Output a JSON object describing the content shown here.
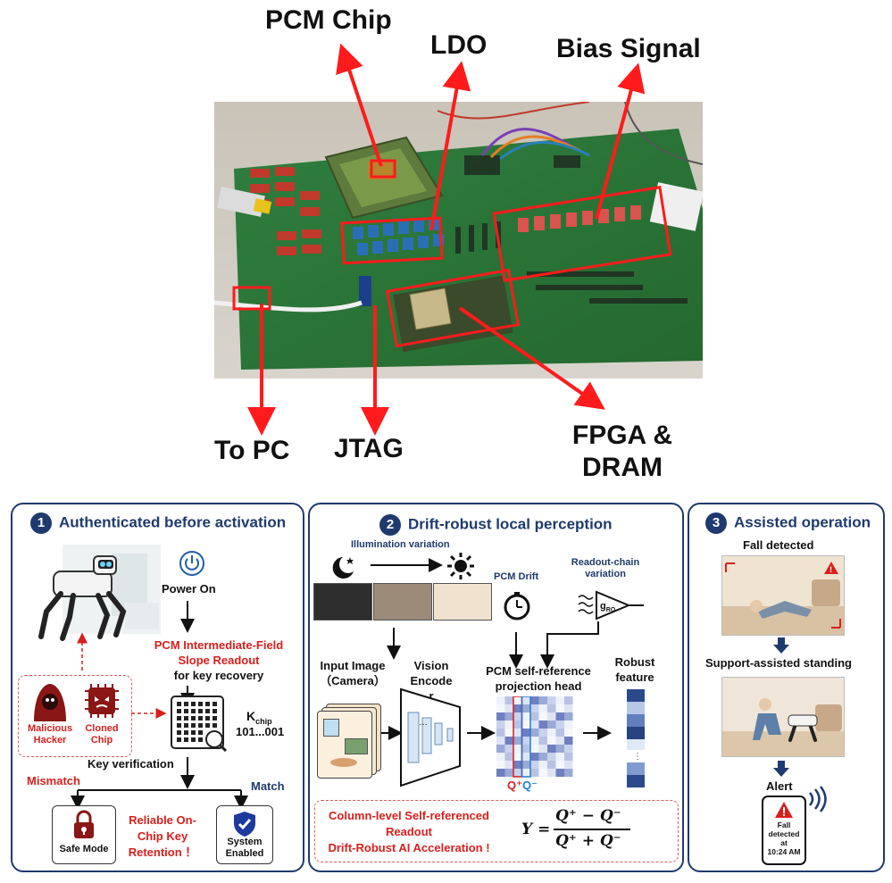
{
  "callouts": {
    "pcm_chip": "PCM Chip",
    "ldo": "LDO",
    "bias_signal": "Bias Signal",
    "to_pc": "To PC",
    "jtag": "JTAG",
    "fpga_line1": "FPGA &",
    "fpga_line2": "DRAM"
  },
  "panel1": {
    "number": "1",
    "title": "Authenticated before activation",
    "power_on": "Power On",
    "readout_line1": "PCM Intermediate-Field",
    "readout_line2": "Slope Readout",
    "readout_line3": "for key recovery",
    "hacker_line1": "Malicious",
    "hacker_line2": "Hacker",
    "cloned_line1": "Cloned",
    "cloned_line2": "Chip",
    "kchip_label": "K",
    "kchip_sub": "chip",
    "kchip_value": "101...001",
    "key_verification": "Key verification",
    "mismatch": "Mismatch",
    "match": "Match",
    "safe_mode": "Safe Mode",
    "retention_line1": "Reliable On-",
    "retention_line2": "Chip Key",
    "retention_line3": "Retention ！",
    "system_line1": "System",
    "system_line2": "Enabled"
  },
  "panel2": {
    "number": "2",
    "title": "Drift-robust local perception",
    "illumination": "Illumination variation",
    "pcm_drift": "PCM Drift",
    "readout_chain_line1": "Readout-chain",
    "readout_chain_line2": "variation",
    "g_ro": "g",
    "g_ro_sub": "RO",
    "input_line1": "Input Image",
    "input_line2": "（Camera）",
    "vision_line1": "Vision",
    "vision_line2": "Encode",
    "vision_line3": "r",
    "head_line1": "PCM self-reference",
    "head_line2": "projection head",
    "robust_line1": "Robust",
    "robust_line2": "feature",
    "q_plus": "Q⁺",
    "q_minus": "Q⁻",
    "bottom_line1": "Column-level Self-referenced",
    "bottom_line2": "Readout",
    "bottom_line3": "Drift-Robust AI Acceleration !",
    "formula_lhs": "Y =",
    "formula_num": "Q⁺ − Q⁻",
    "formula_den": "Q⁺ + Q⁻"
  },
  "panel3": {
    "number": "3",
    "title": "Assisted operation",
    "fall_detected": "Fall detected",
    "support": "Support-assisted standing",
    "alert": "Alert",
    "phone_line1": "Fall",
    "phone_line2": "detected",
    "phone_line3": "at",
    "phone_line4": "10:24 AM"
  },
  "colors": {
    "navy": "#1f3a6e",
    "red": "#d8201c",
    "board_green": "#2d7a3e"
  }
}
